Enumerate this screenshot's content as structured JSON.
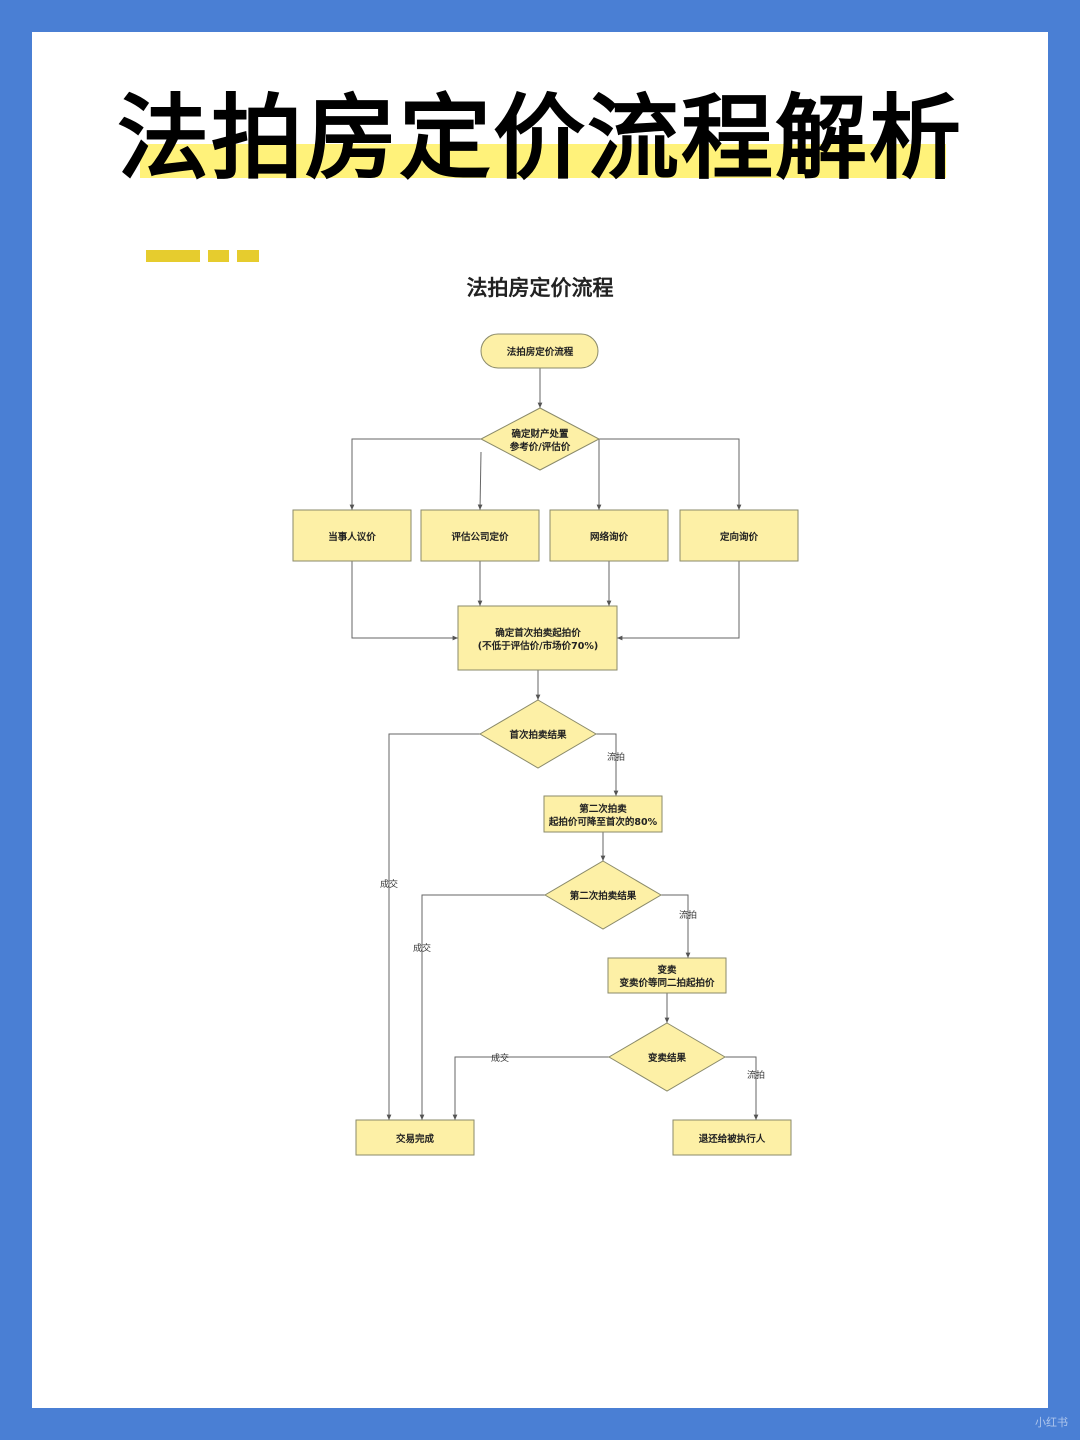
{
  "header": {
    "title": "法拍房定价流程解析",
    "diagram_title": "法拍房定价流程"
  },
  "nodes": {
    "start": "法拍房定价流程",
    "decide_ref": [
      "确定财产处置",
      "参考价/评估价"
    ],
    "party": "当事人议价",
    "appraisal": "评估公司定价",
    "online": "网络询价",
    "directed": "定向询价",
    "first_price": [
      "确定首次拍卖起拍价",
      "(不低于评估价/市场价70%)"
    ],
    "first_result": "首次拍卖结果",
    "second_auction": [
      "第二次拍卖",
      "起拍价可降至首次的80%"
    ],
    "second_result": "第二次拍卖结果",
    "sale": [
      "变卖",
      "变卖价等同二拍起拍价"
    ],
    "sale_result": "变卖结果",
    "done": "交易完成",
    "return": "退还给被执行人"
  },
  "edge_labels": {
    "deal": "成交",
    "unsold": "流拍"
  },
  "watermark": "小红书",
  "colors": {
    "frame": "#4a7fd4",
    "node_fill": "#fdf0a6",
    "node_stroke": "#8a8a6a",
    "highlight": "#fff27a",
    "deco": "#e6cc2e"
  }
}
